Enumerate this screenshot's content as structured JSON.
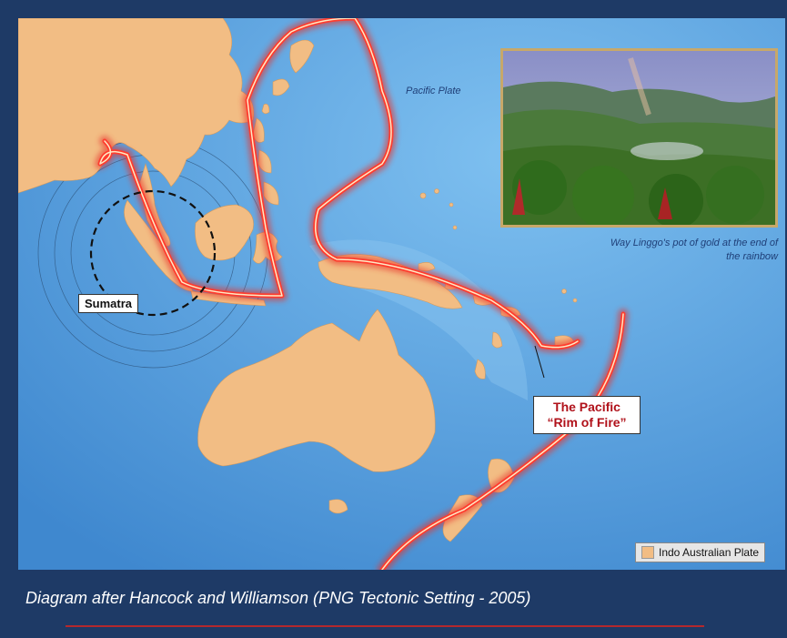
{
  "map": {
    "plate_label": "Pacific Plate",
    "sumatra_label": "Sumatra",
    "rim_label_line1": "The Pacific",
    "rim_label_line2": "“Rim of Fire”",
    "legend_label": "Indo Australian Plate"
  },
  "photo": {
    "caption_line1": "Way Linggo's pot of gold at the end of",
    "caption_line2": "the rainbow"
  },
  "footer": {
    "caption": "Diagram after Hancock and Williamson (PNG Tectonic Setting - 2005)"
  },
  "colors": {
    "ocean": "#4a95d9",
    "land": "#f2bd84",
    "rim": "#e8312c",
    "background": "#1e3a66"
  }
}
